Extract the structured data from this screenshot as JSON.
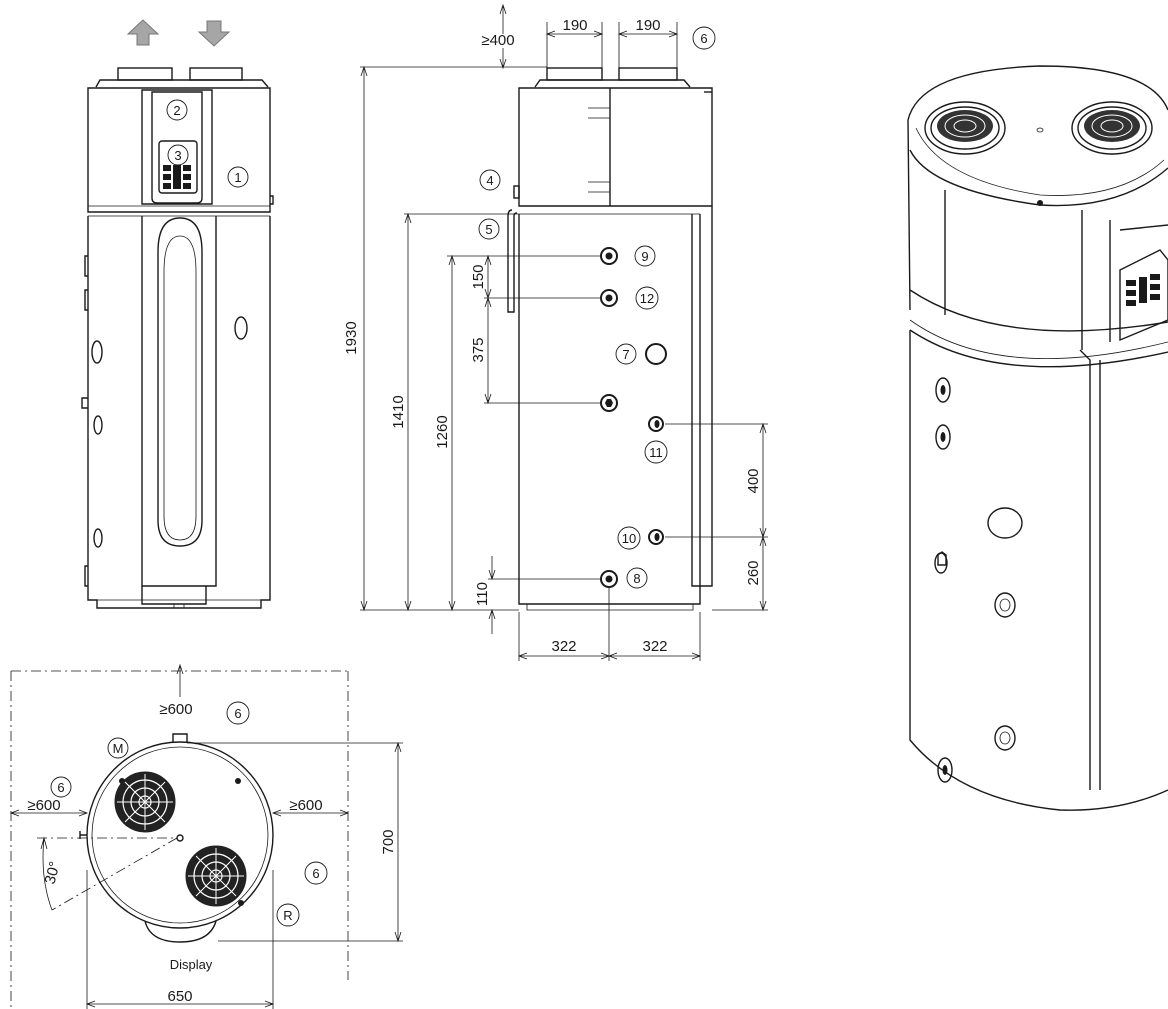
{
  "callouts": [
    "1",
    "2",
    "3",
    "4",
    "5",
    "6",
    "7",
    "8",
    "9",
    "10",
    "11",
    "12",
    "M",
    "R"
  ],
  "dimensions": {
    "top_clearance": "≥400",
    "top_spacing_left": "190",
    "top_spacing_right": "190",
    "overall_height": "1930",
    "height_1410": "1410",
    "height_1260": "1260",
    "spacing_150": "150",
    "spacing_375": "375",
    "spacing_400": "400",
    "spacing_260": "260",
    "spacing_110": "110",
    "base_left": "322",
    "base_right": "322",
    "plan_front_clearance": "≥600",
    "plan_left_clearance": "≥600",
    "plan_right_clearance": "≥600",
    "plan_depth": "700",
    "plan_width": "650",
    "angle": "30°"
  },
  "labels": {
    "display": "Display"
  },
  "colors": {
    "line": "#1a1a1a",
    "arrow_fill": "#a6a6a6",
    "background": "#ffffff"
  },
  "icons": [
    "air-outlet-arrow-icon",
    "air-inlet-arrow-icon",
    "control-keypad-icon"
  ]
}
